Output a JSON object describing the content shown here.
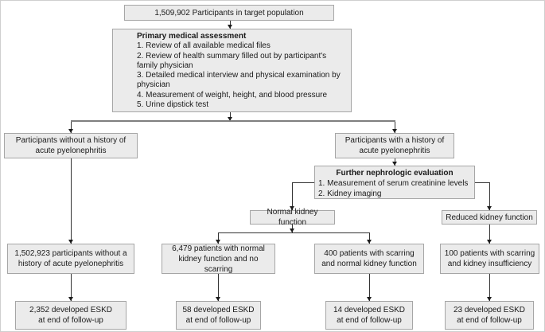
{
  "figure": {
    "type": "study-flowchart",
    "colors": {
      "box_fill": "#ebebeb",
      "box_border": "#a6a6a6",
      "line": "#333333",
      "line_thick": "#7f7f7f",
      "arrow": "#1c1c1c",
      "text": "#1a1a1a",
      "canvas_border": "#cfcfcf"
    }
  },
  "nodes": {
    "target_population": "1,509,902 Participants in target population",
    "primary_assessment": {
      "title": "Primary medical assessment",
      "items": [
        "1. Review of all available medical files",
        "2. Review of health summary filled out by participant's family physician",
        "3. Detailed medical interview and physical examination by physician",
        "4. Measurement of weight, height, and blood pressure",
        "5. Urine dipstick test"
      ]
    },
    "no_history": [
      "Participants without a history of",
      "acute pyelonephritis"
    ],
    "with_history": [
      "Participants with a history of",
      "acute pyelonephritis"
    ],
    "nephrologic_evaluation": {
      "title": "Further nephrologic evaluation",
      "items": [
        "1. Measurement of serum creatinine levels",
        "2. Kidney imaging"
      ]
    },
    "normal_kidney": "Normal kidney function",
    "reduced_kidney": "Reduced kidney function",
    "count_no_history": [
      "1,502,923 participants without a",
      "history of acute pyelonephritis"
    ],
    "count_normal_no_scarring": [
      "6,479 patients with normal",
      "kidney function and no scarring"
    ],
    "count_scarring_normal": [
      "400 patients with scarring",
      "and normal kidney function"
    ],
    "count_scarring_insufficiency": [
      "100 patients with scarring",
      "and kidney insufficiency"
    ],
    "eskd_no_history": [
      "2,352 developed ESKD",
      "at end of follow-up"
    ],
    "eskd_normal_no_scarring": [
      "58 developed ESKD",
      "at end of follow-up"
    ],
    "eskd_scarring_normal": [
      "14 developed ESKD",
      "at end of follow-up"
    ],
    "eskd_scarring_insufficiency": [
      "23 developed ESKD",
      "at end of follow-up"
    ]
  }
}
